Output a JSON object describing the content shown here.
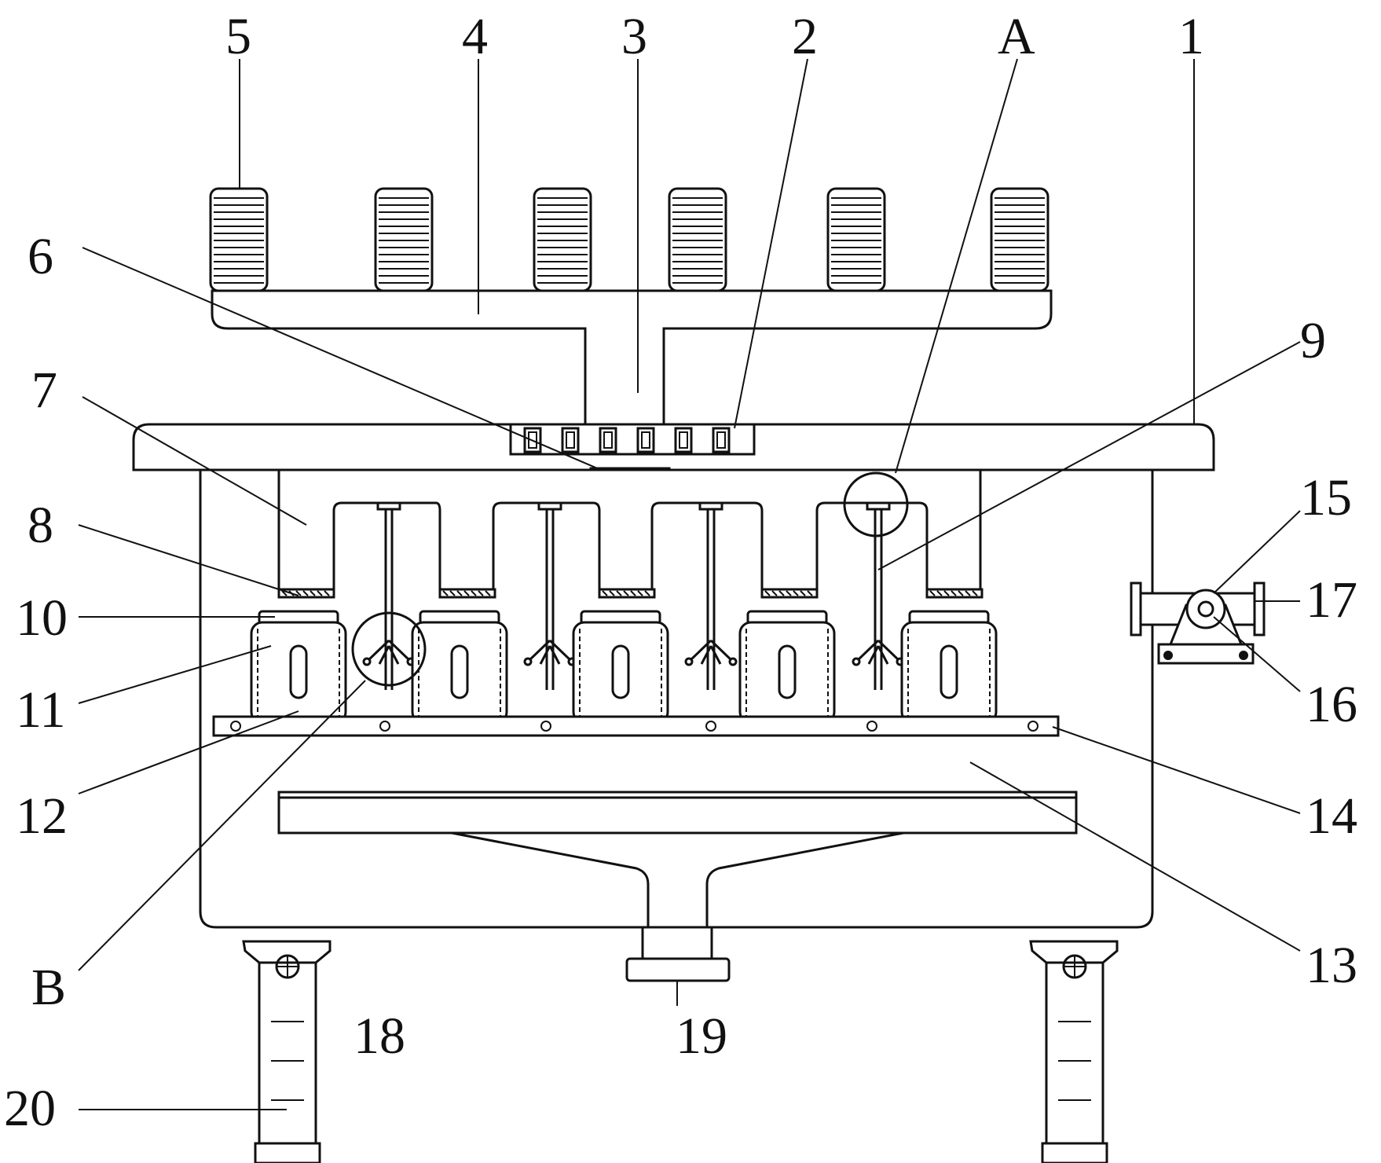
{
  "labels": {
    "l1": "1",
    "l2": "2",
    "l3": "3",
    "l4": "4",
    "l5": "5",
    "l6": "6",
    "l7": "7",
    "l8": "8",
    "l9": "9",
    "l10": "10",
    "l11": "11",
    "l12": "12",
    "l13": "13",
    "l14": "14",
    "l15": "15",
    "l16": "16",
    "l17": "17",
    "l18": "18",
    "l19": "19",
    "l20": "20",
    "lA": "A",
    "lB": "B"
  },
  "colors": {
    "line": "#111111",
    "background": "#ffffff"
  }
}
